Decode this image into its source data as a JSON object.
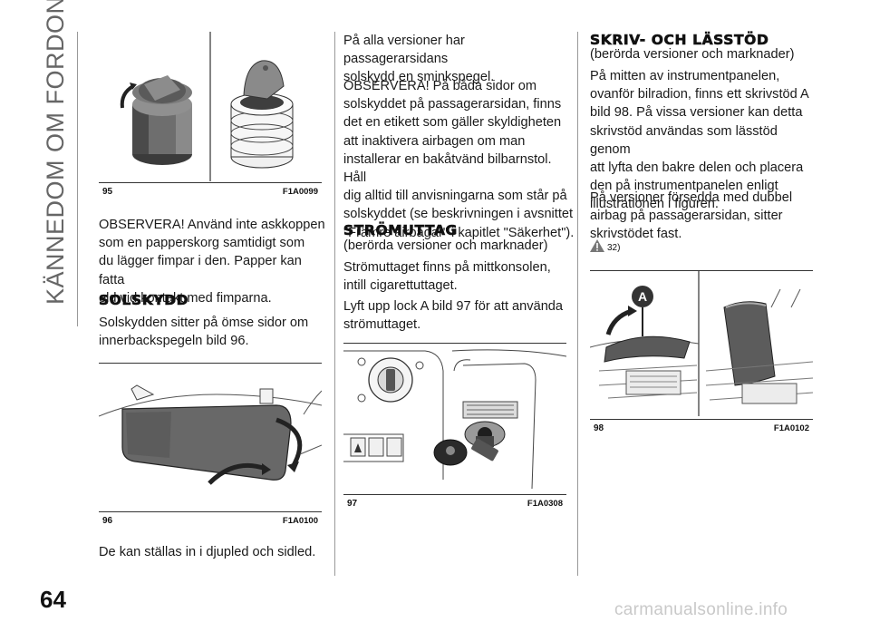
{
  "side_title": "KÄNNEDOM OM FORDONET",
  "page_number": "64",
  "watermark": "carmanualsonline.info",
  "figures": {
    "f95": {
      "num": "95",
      "code": "F1A0099"
    },
    "f96": {
      "num": "96",
      "code": "F1A0100"
    },
    "f97": {
      "num": "97",
      "code": "F1A0308"
    },
    "f98": {
      "num": "98",
      "code": "F1A0102",
      "callout": "A"
    }
  },
  "col1": {
    "note_ashtray": "OBSERVERA! Använd inte askkoppen\nsom en papperskorg samtidigt som\ndu lägger fimpar i den. Papper kan fatta\neld vid kontakt med fimparna.",
    "heading_solskydd": "SOLSKYDD",
    "solskydd_text": "Solskydden sitter på ömse sidor om\ninnerbackspegeln bild 96.",
    "solskydd_after": "De kan ställas in i djupled och sidled."
  },
  "col2": {
    "passenger_text": "På alla versioner har passagerarsidans\nsolskydd en sminkspegel.",
    "airbag_note": "OBSERVERA! På båda sidor om\nsolskyddet på passagerarsidan, finns\ndet en etikett som gäller skyldigheten\natt inaktivera airbagen om man\ninstallerar en bakåtvänd bilbarnstol. Håll\ndig alltid till anvisningarna som står på\nsolskyddet (se beskrivningen i avsnittet\n\"Främre airbagar\" i kapitlet \"Säkerhet\").",
    "heading_outlet": "STRÖMUTTAG",
    "outlet_sub": "(berörda versioner och marknader)",
    "outlet_text": "Strömuttaget finns på mittkonsolen,\nintill cigarettuttaget.",
    "outlet_text2": "Lyft upp lock A bild 97 för att använda\nströmuttaget."
  },
  "col3": {
    "heading_desk": "SKRIV- OCH LÄSSTÖD",
    "desk_sub": "(berörda versioner och marknader)",
    "desk_text": "På mitten av instrumentpanelen,\novanför bilradion, finns ett skrivstöd A\nbild 98. På vissa versioner kan detta\nskrivstöd användas som lässtöd genom\natt lyfta den bakre delen och placera\nden på instrumentpanelen enligt\nillustrationen i figuren.",
    "desk_text2": "På versioner försedda med dubbel\nairbag på passagerarsidan, sitter\nskrivstödet fast.",
    "warning_ref": "32)"
  }
}
